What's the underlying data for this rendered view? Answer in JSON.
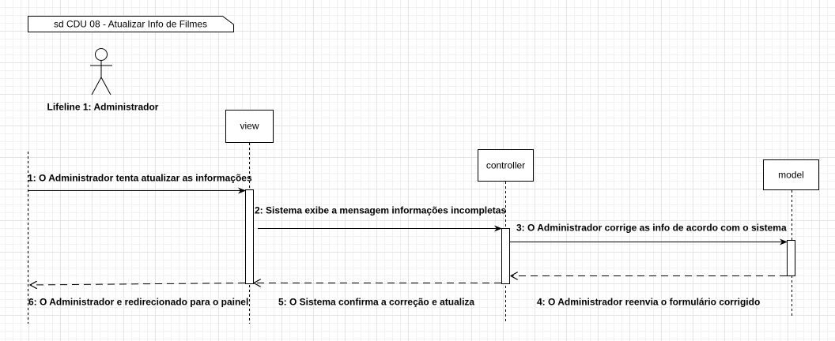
{
  "frame": {
    "title": "sd CDU 08 - Atualizar Info de Filmes"
  },
  "actor": {
    "label": "Lifeline 1: Administrador",
    "icon": "stick-figure-icon"
  },
  "lifelines": [
    {
      "id": "view",
      "label": "view"
    },
    {
      "id": "controller",
      "label": "controller"
    },
    {
      "id": "model",
      "label": "model"
    }
  ],
  "messages": [
    {
      "label": "1: O Administrador tenta atualizar as informações",
      "kind": "sync"
    },
    {
      "label": "2: Sistema exibe a mensagem informações incompletas",
      "kind": "sync"
    },
    {
      "label": "3: O Administrador corrige as info de acordo com o sistema",
      "kind": "sync"
    },
    {
      "label": "4: O Administrador reenvia o formulário corrigido",
      "kind": "return"
    },
    {
      "label": "5: O Sistema confirma a correção e atualiza",
      "kind": "return"
    },
    {
      "label": "6: O Administrador e redirecionado para o painel",
      "kind": "return"
    }
  ]
}
